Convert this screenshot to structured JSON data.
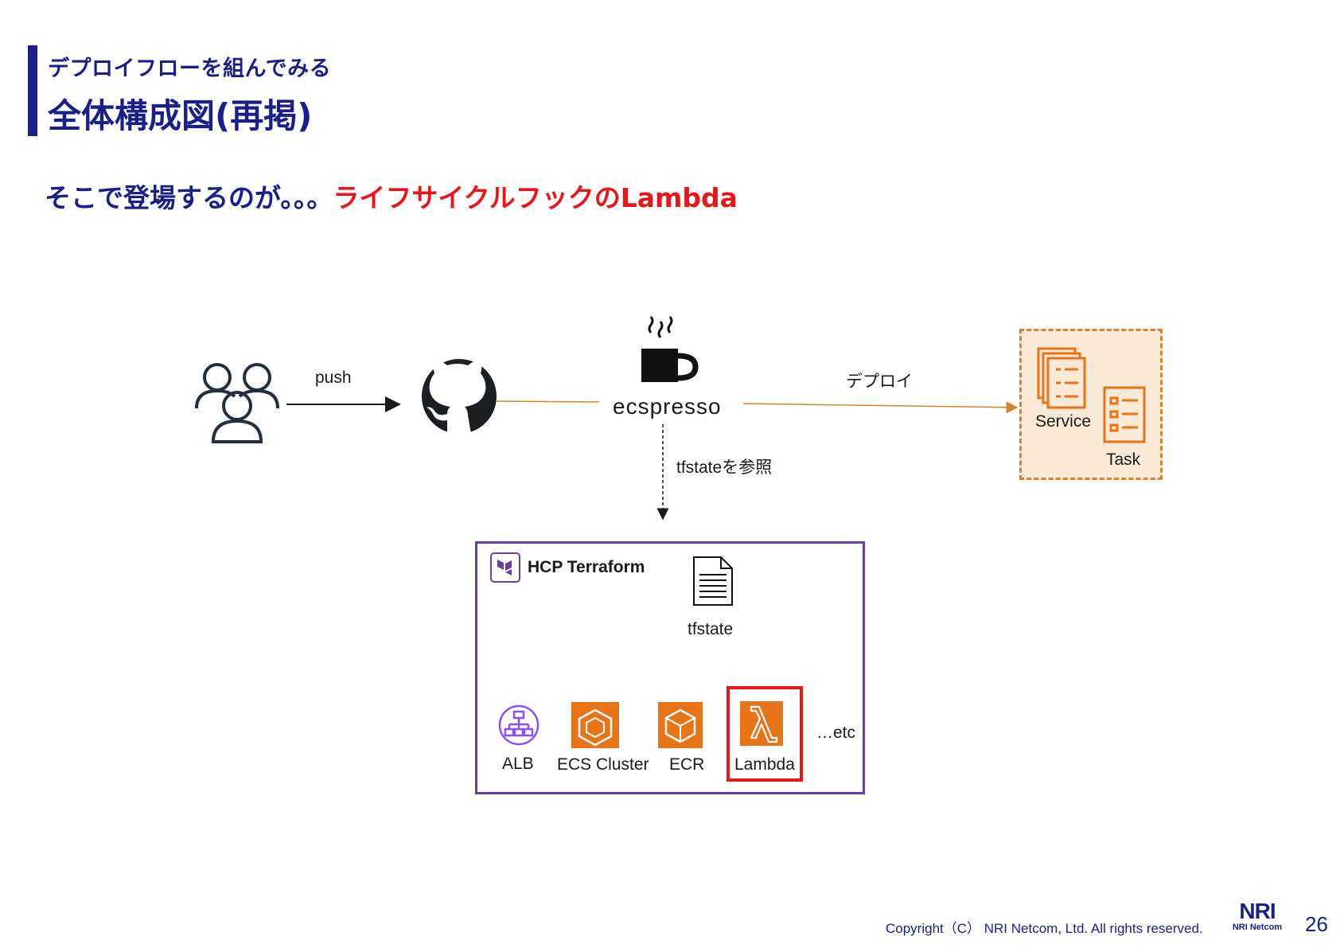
{
  "header": {
    "subtitle": "デプロイフローを組んでみる",
    "title": "全体構成図(再掲)"
  },
  "lead": {
    "text_part1": "そこで登場するのが。。。",
    "text_part2": "ライフサイクルフックのLambda"
  },
  "diagram": {
    "push_label": "push",
    "ecspresso_label": "ecspresso",
    "deploy_label": "デプロイ",
    "tfstate_ref_label": "tfstateを参照",
    "service_label": "Service",
    "task_label": "Task",
    "hcp_title": "HCP Terraform",
    "tfstate_label": "tfstate",
    "resources": [
      "ALB",
      "ECS Cluster",
      "ECR",
      "Lambda"
    ],
    "etc_label": "…etc"
  },
  "icons": {
    "users": "users-icon",
    "github": "github-icon",
    "ecspresso": "coffee-cup-icon",
    "service": "ecs-service-icon",
    "task": "ecs-task-icon",
    "terraform": "terraform-icon",
    "document": "document-icon",
    "alb": "alb-icon",
    "ecs": "ecs-icon",
    "ecr": "ecr-icon",
    "lambda": "lambda-icon"
  },
  "colors": {
    "navy": "#1a1f8a",
    "red": "#e8161b",
    "aws_orange": "#e8741a",
    "terraform_purple": "#6b3fa0"
  },
  "footer": {
    "copyright": "Copyright（C） NRI Netcom, Ltd. All rights reserved.",
    "logo_main": "NRI",
    "logo_sub": "NRI Netcom",
    "page_number": "26"
  }
}
